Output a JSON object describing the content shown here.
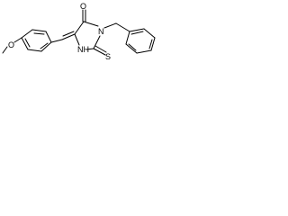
{
  "molecule": {
    "atoms": {
      "methoxy_o": "O",
      "carbonyl_o": "O",
      "ring_nh": "NH",
      "ring_n": "N",
      "thione_s": "S"
    }
  },
  "colors": {
    "ink": "#000000",
    "background": "#ffffff"
  }
}
